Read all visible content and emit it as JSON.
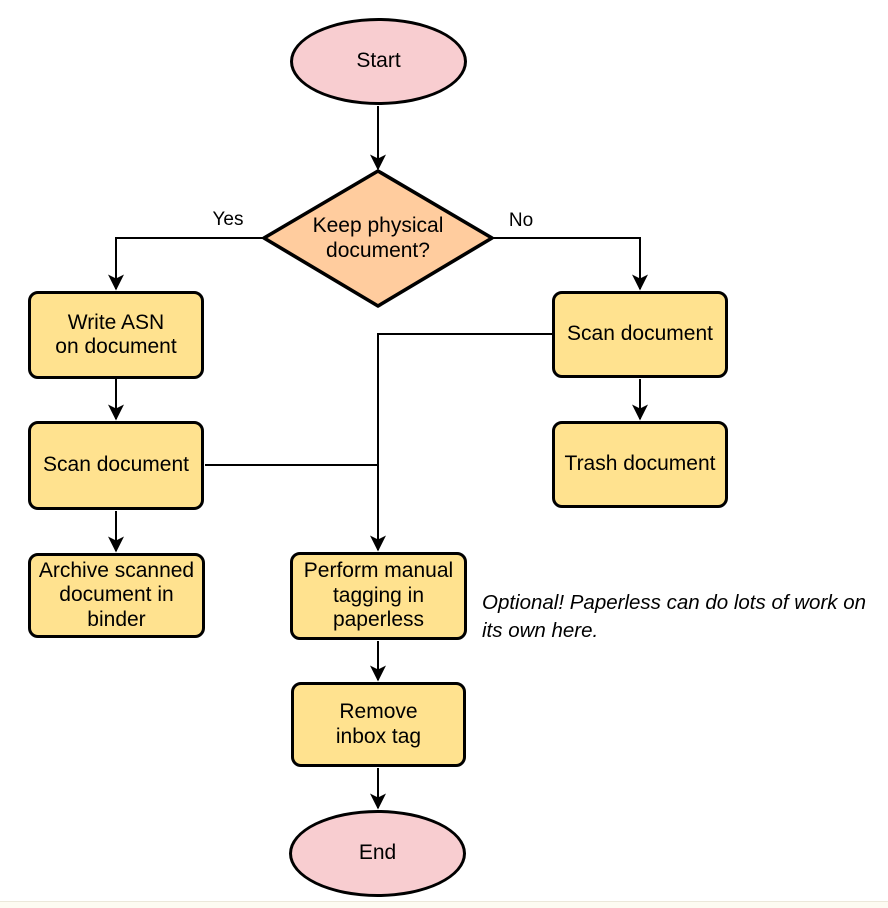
{
  "diagram": {
    "colors": {
      "terminal_fill": "#F8CDD0",
      "decision_fill": "#FFCC9E",
      "process_fill": "#FFE28F",
      "stroke": "#000000",
      "background": "#ffffff"
    },
    "nodes": {
      "start": "Start",
      "decision": "Keep physical\ndocument?",
      "write_asn": "Write ASN\non document",
      "scan_left": "Scan document",
      "archive": "Archive scanned\ndocument in\nbinder",
      "scan_right": "Scan document",
      "trash": "Trash document",
      "perform_tagging": "Perform manual\ntagging in\npaperless",
      "remove_inbox": "Remove\ninbox tag",
      "end": "End"
    },
    "edge_labels": {
      "yes": "Yes",
      "no": "No"
    },
    "note": "Optional! Paperless can do lots of work on\nits own here."
  }
}
